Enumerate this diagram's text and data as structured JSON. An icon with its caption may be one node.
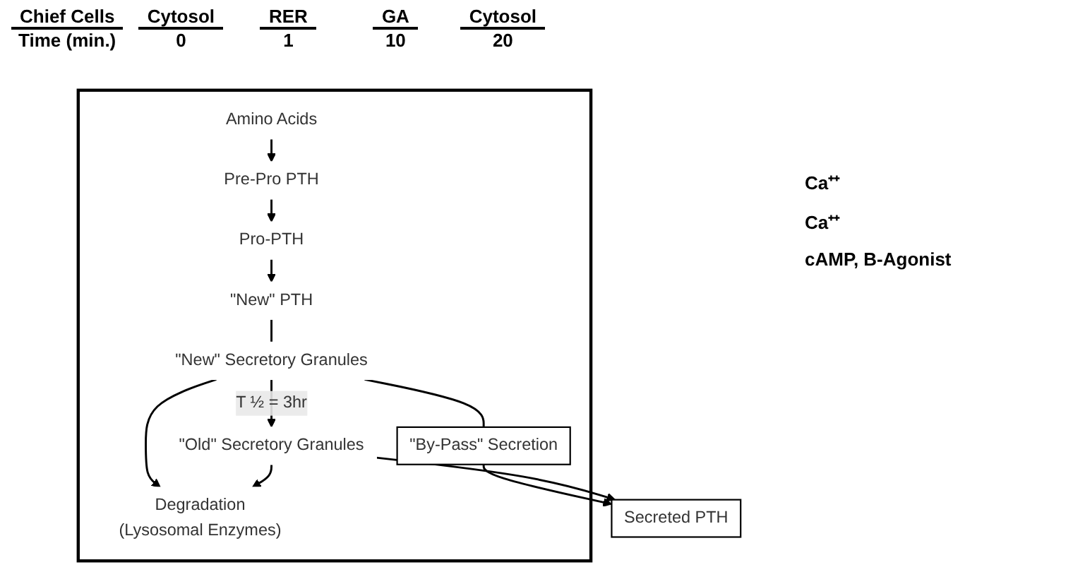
{
  "diagram": {
    "nodes": [
      {
        "text": [],
        "shape": "box"
      },
      {
        "text": [
          "Amino Acids"
        ],
        "in": 0
      },
      {
        "text": [
          "Pre-Pro PTH"
        ],
        "in": 0
      },
      {
        "text": [
          "Pro-PTH"
        ],
        "in": 0
      },
      {
        "text": [
          "\"New\" PTH"
        ],
        "in": 0
      },
      {
        "text": [
          "\"New\" Secretory Granules"
        ],
        "in": 0
      },
      {
        "text": [
          "\"Old\" Secretory Granules"
        ],
        "in": 0
      },
      {
        "text": [
          "Degradation",
          "(Lysosomal Enzymes)"
        ],
        "in": 0
      },
      {
        "text": [
          "\"By-Pass\" Secretion"
        ],
        "in": 0
      },
      {
        "text": [
          "Secreted PTH"
        ]
      }
    ],
    "edges": [
      {
        "from": 1,
        "to": 2,
        "arrow": "to"
      },
      {
        "from": 2,
        "to": 3,
        "arrow": "to"
      },
      {
        "from": 3,
        "to": 4,
        "arrow": "to"
      },
      {
        "from": 4,
        "to": 5,
        "arrow": "none"
      },
      {
        "from": 5,
        "to": 6,
        "arrow": "to",
        "label": "T ½ = 3hr"
      },
      {
        "from": 5,
        "to": 7,
        "arrow": "to"
      },
      {
        "from": 6,
        "to": 7,
        "arrow": "to"
      },
      {
        "from": 5,
        "to": 8,
        "arrow": "none"
      },
      {
        "from": 8,
        "to": 9,
        "arrow": "to"
      },
      {
        "from": 6,
        "to": 9,
        "arrow": "to"
      }
    ],
    "labels": [
      "Chief Cells",
      "Cytosol",
      "RER",
      "GA",
      "Cytosol",
      "Time (min.)",
      "0",
      "1",
      "10",
      "20",
      "Ca⁺⁺",
      "Ca⁺⁺",
      "cAMP, B-Agonist"
    ]
  }
}
